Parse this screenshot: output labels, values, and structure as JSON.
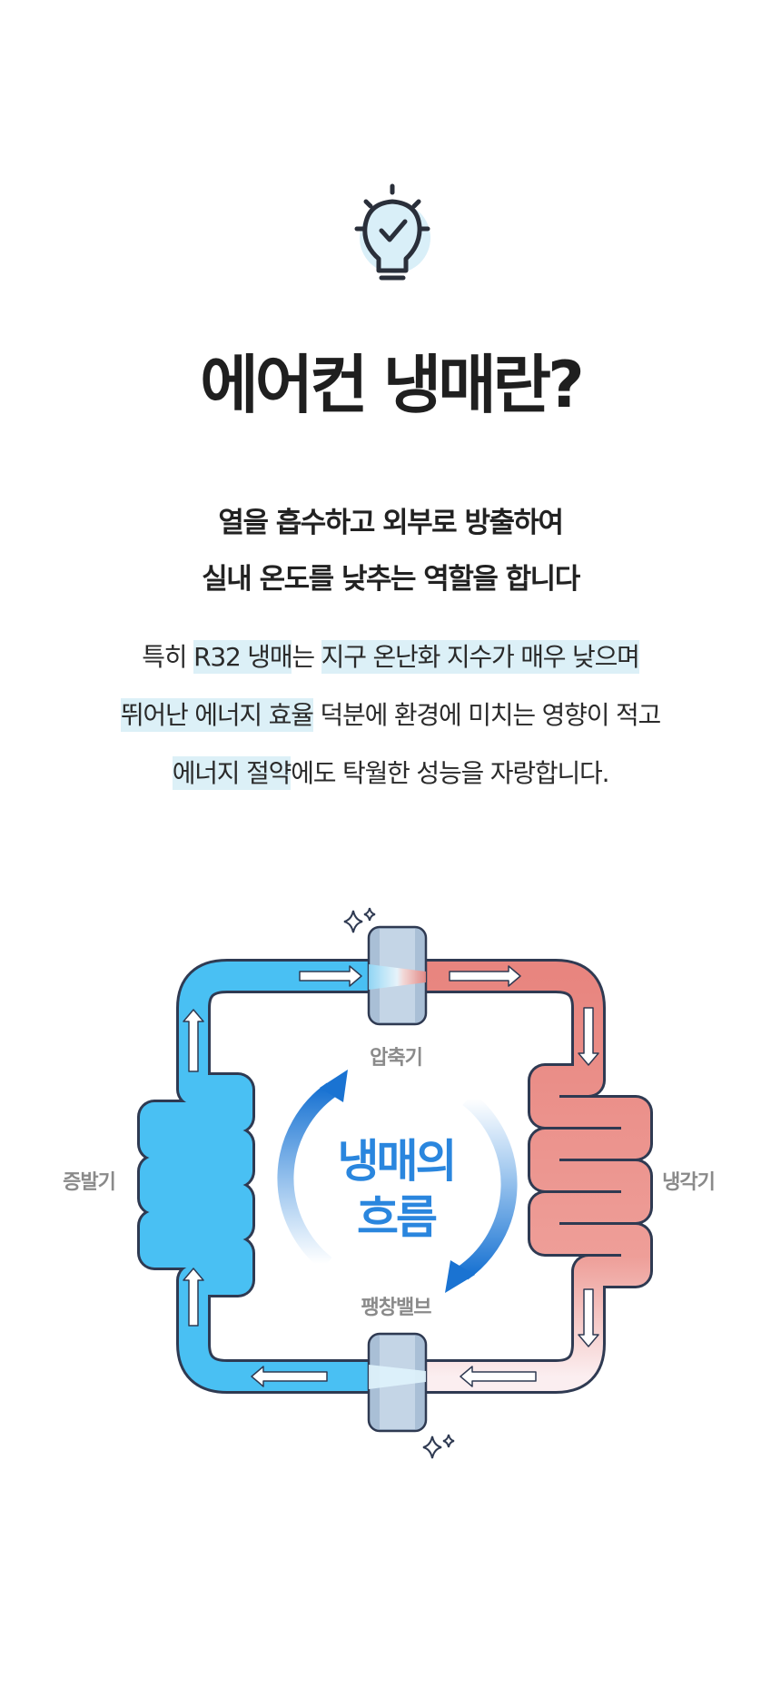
{
  "header": {
    "icon": "lightbulb-check-icon",
    "title": "에어컨 냉매란?"
  },
  "subtitle": {
    "line1": "열을 흡수하고 외부로 방출하여",
    "line2": "실내 온도를 낮추는 역할을 합니다"
  },
  "body": {
    "line1": [
      {
        "text": "특히 ",
        "highlight": false
      },
      {
        "text": "R32 냉매",
        "highlight": true
      },
      {
        "text": "는 ",
        "highlight": false
      },
      {
        "text": "지구 온난화 지수가 매우 낮으며",
        "highlight": true
      }
    ],
    "line2": [
      {
        "text": "뛰어난 에너지 효율",
        "highlight": true
      },
      {
        "text": " 덕분에 환경에 미치는 영향이 적고",
        "highlight": false
      }
    ],
    "line3": [
      {
        "text": "에너지 절약",
        "highlight": true
      },
      {
        "text": "에도 탁월한 성능을 자랑합니다.",
        "highlight": false
      }
    ],
    "highlight_color": "#dcf0f7"
  },
  "diagram": {
    "center_line1": "냉매의",
    "center_line2": "흐름",
    "labels": {
      "compressor": "압축기",
      "expansion_valve": "팽창밸브",
      "evaporator": "증발기",
      "condenser": "냉각기"
    },
    "colors": {
      "cold": "#49c0f3",
      "hot": "#e8857f",
      "accent": "#2a86de",
      "outline": "#2f3a52"
    }
  }
}
